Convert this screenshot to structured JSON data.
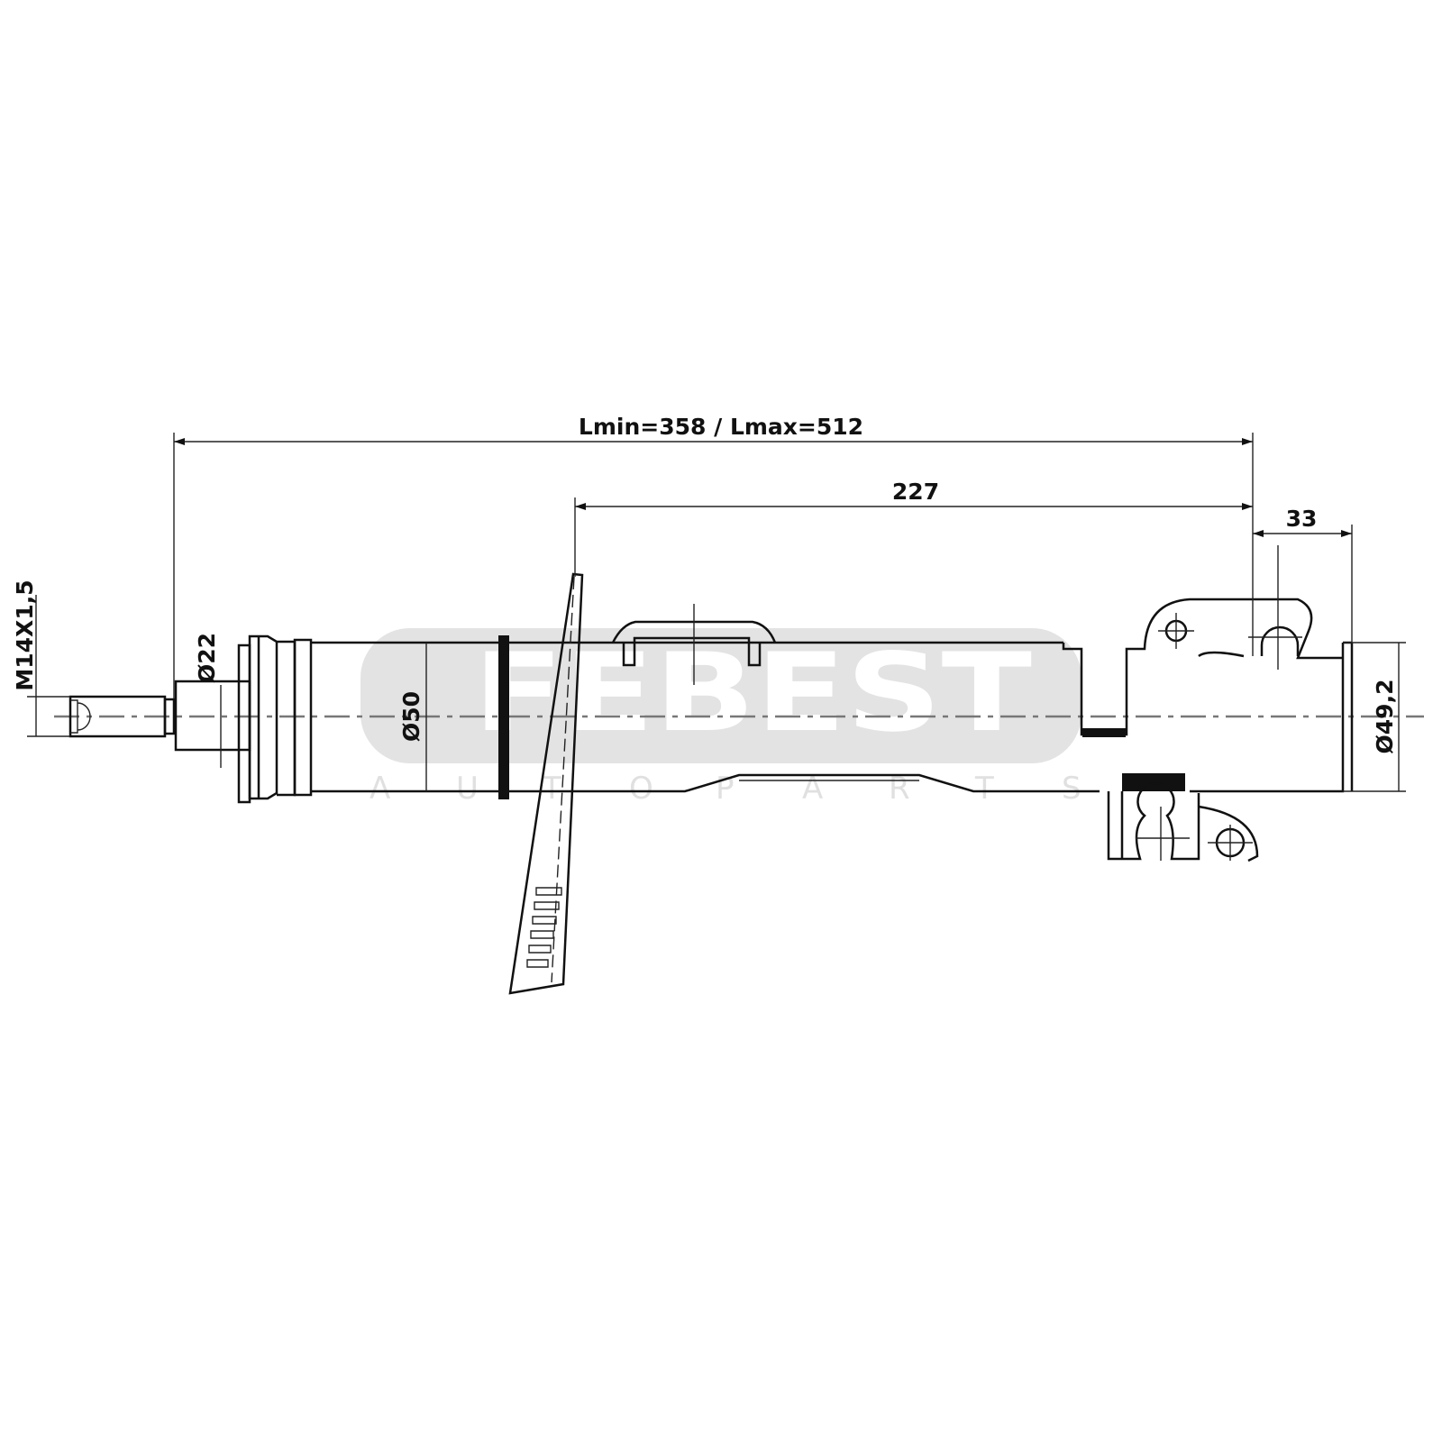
{
  "watermark": {
    "brand": "FEBEST",
    "tagline_letters": [
      "A",
      "U",
      "T",
      "O",
      "P",
      "A",
      "R",
      "T",
      "S"
    ]
  },
  "dimensions": {
    "overall_length": "Lmin=358 / Lmax=512",
    "body_length": "227",
    "bracket_offset": "33",
    "thread": "M14X1,5",
    "rod_diameter": "Ø22",
    "tube_diameter": "Ø50",
    "lower_diameter": "Ø49,2"
  }
}
